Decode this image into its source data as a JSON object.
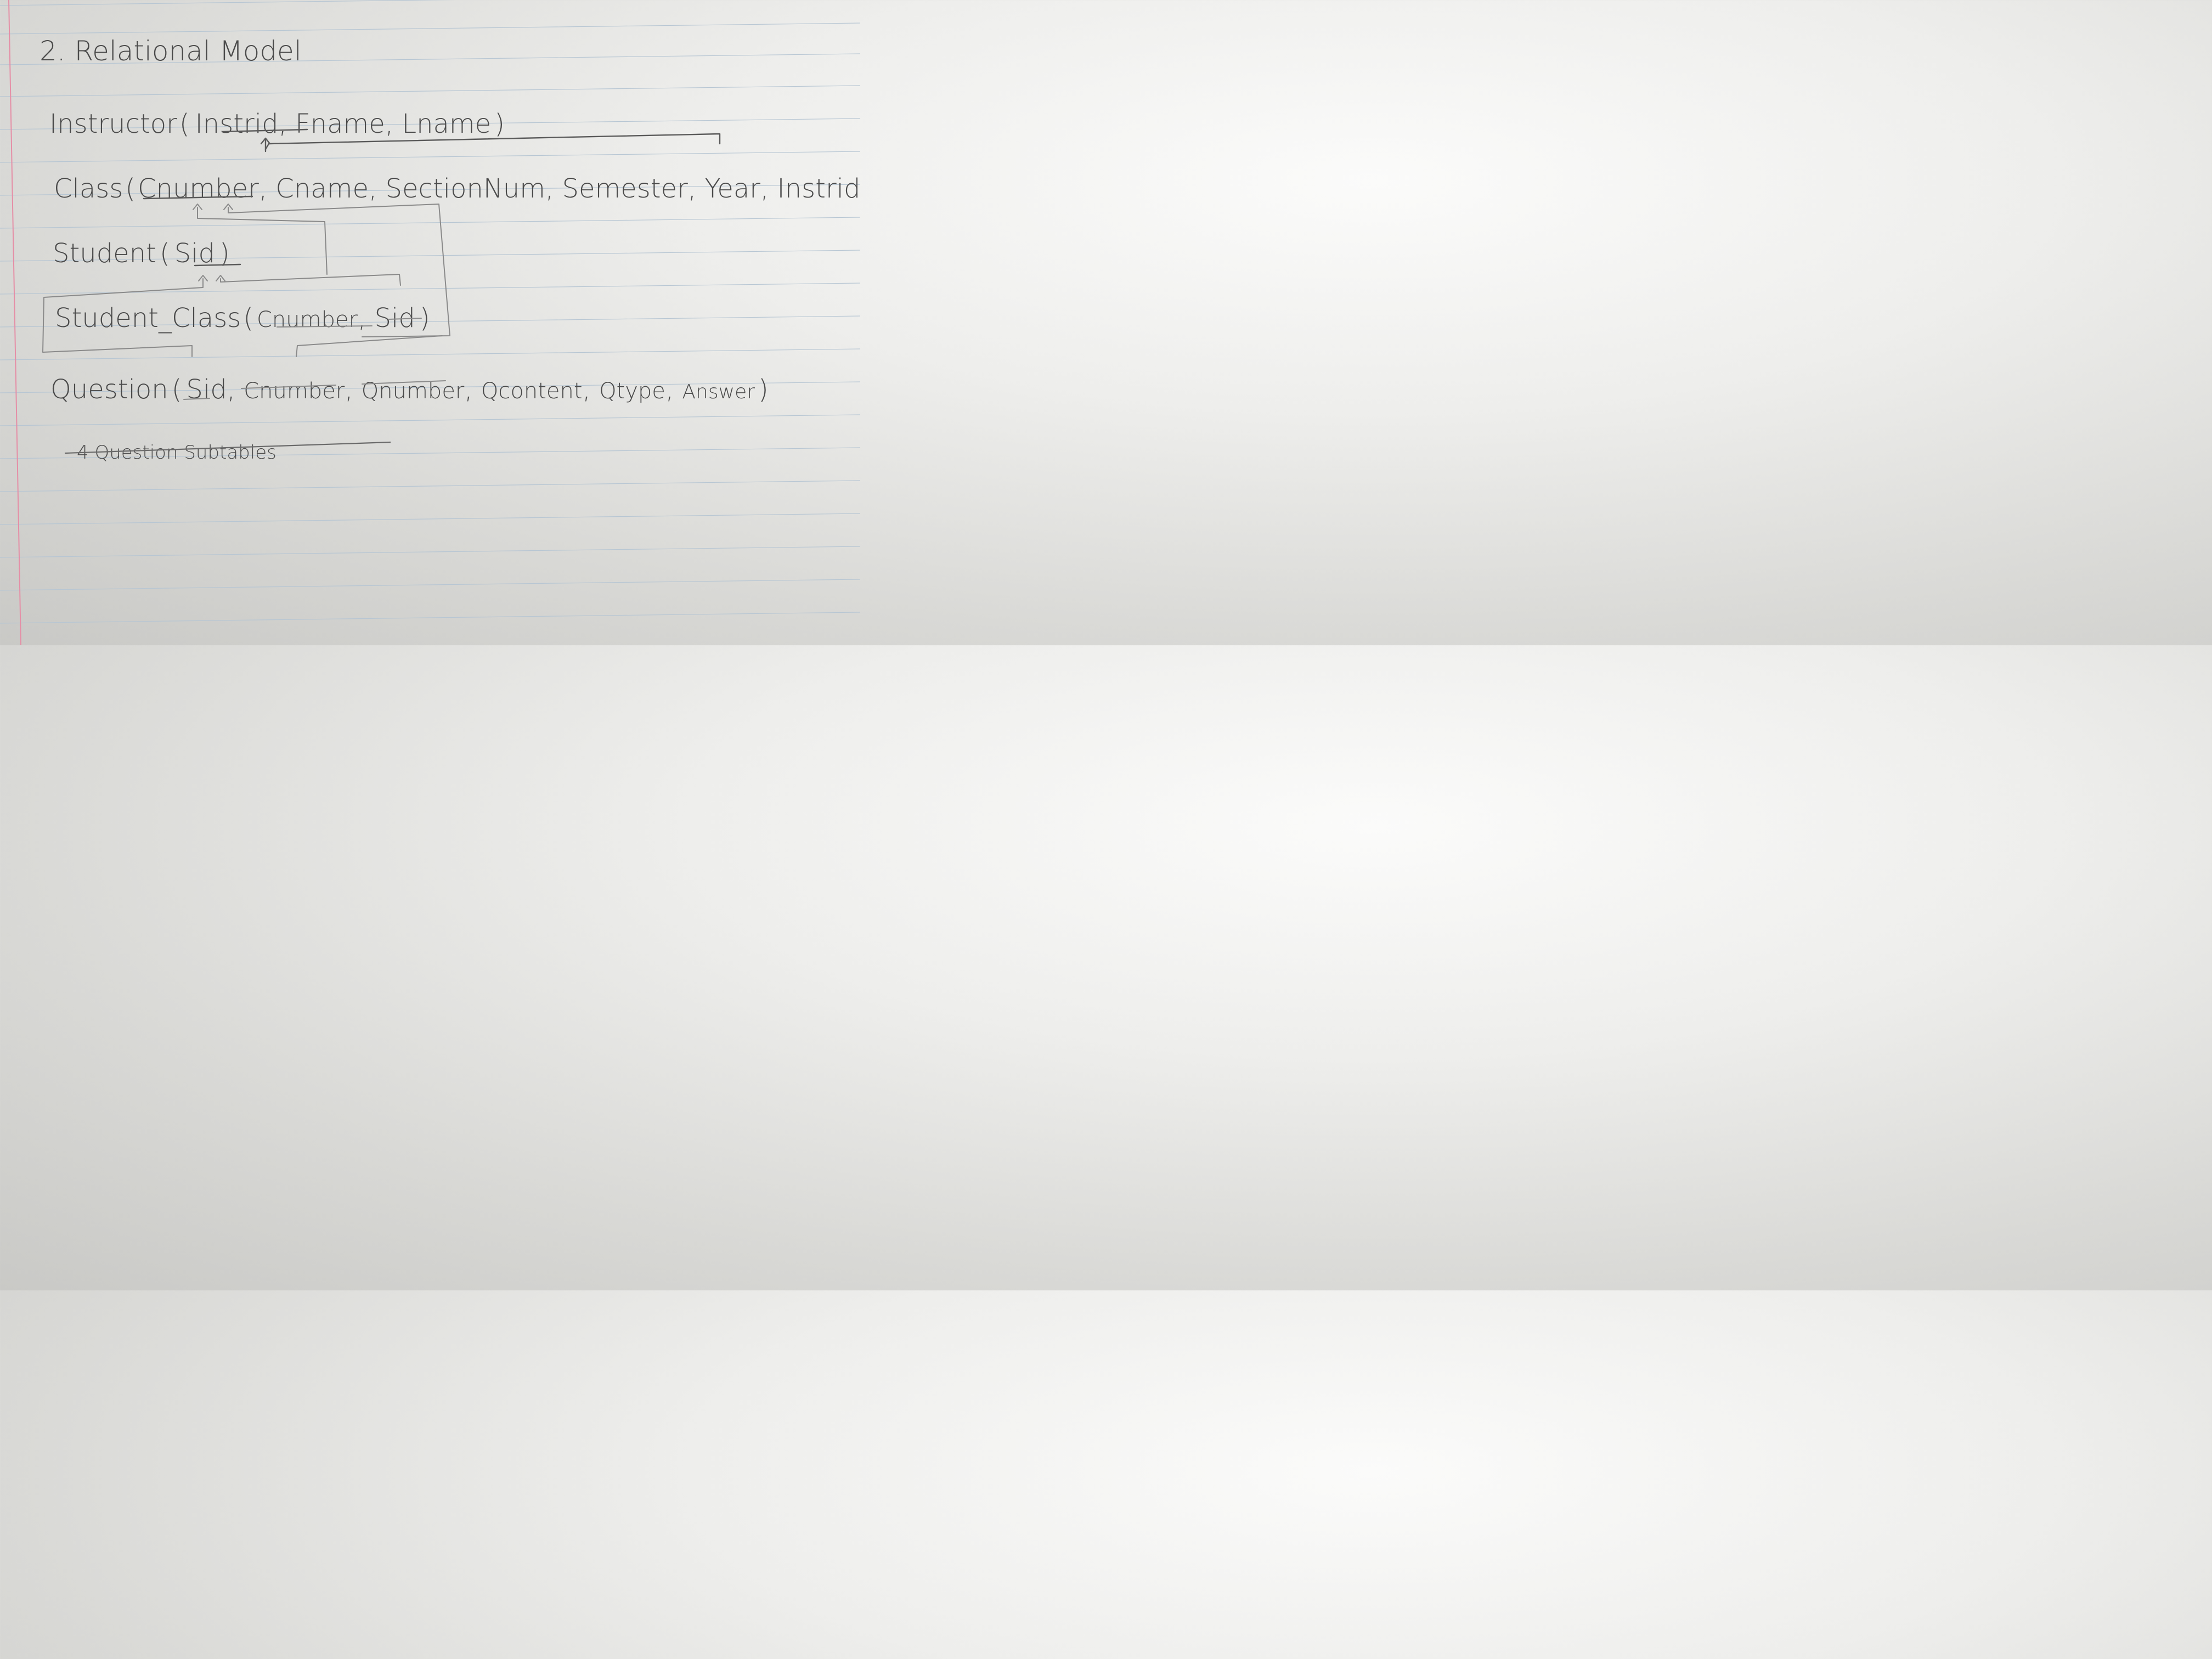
{
  "heading": "2. Relational Model",
  "relations": [
    {
      "name": "Instructor",
      "open": "(",
      "attrs": [
        "Instrid",
        "Fname",
        "Lname"
      ],
      "close": ")"
    },
    {
      "name": "Class",
      "open": "(",
      "attrs": [
        "Cnumber",
        "Cname",
        "SectionNum",
        "Semester",
        "Year",
        "Instrid"
      ],
      "close": ")"
    },
    {
      "name": "Student",
      "open": "(",
      "attrs": [
        "Sid"
      ],
      "close": ")"
    },
    {
      "name": "Student_Class",
      "open": "(",
      "attrs": [
        "Cnumber",
        "Sid"
      ],
      "close": ")"
    },
    {
      "name": "Question",
      "open": "(",
      "attrs": [
        "Sid",
        "Cnumber",
        "Qnumber",
        "Qcontent",
        "Qtype",
        "Answer"
      ],
      "close": ")"
    }
  ],
  "struck_note": "4 Question Subtables",
  "colors": {
    "ink": "#4a4a4a",
    "rule": "#b7c6d3",
    "margin": "#e58ea6"
  }
}
